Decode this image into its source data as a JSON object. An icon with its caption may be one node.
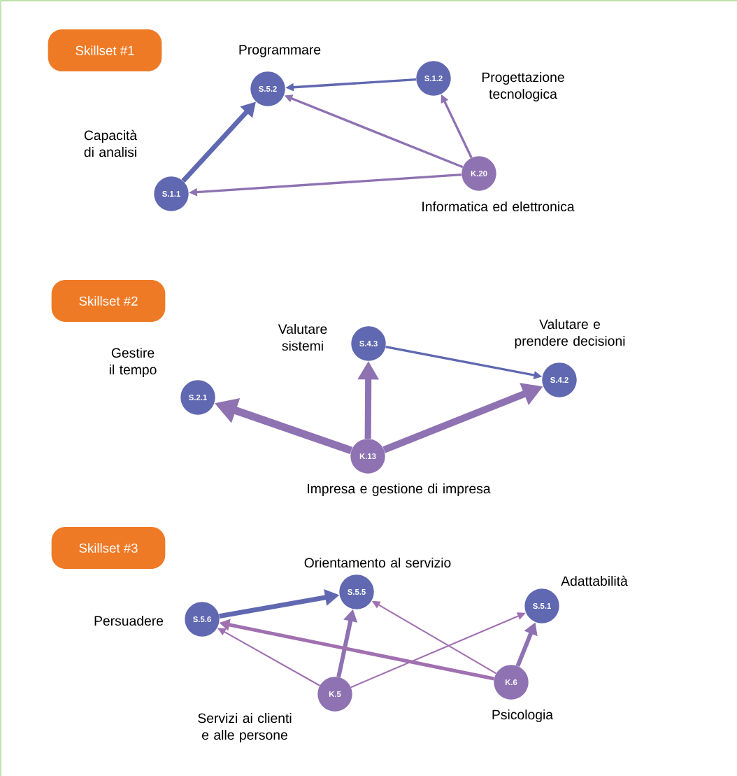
{
  "diagram": {
    "nodes": [
      {
        "text": [
          "Skillset #1"
        ]
      },
      {
        "text": [
          "S.5.2"
        ],
        "beside": [
          "Programmare"
        ]
      },
      {
        "text": [
          "S.1.2"
        ],
        "beside": [
          "Progettazione tecnologica"
        ]
      },
      {
        "text": [
          "S.1.1"
        ],
        "beside": [
          "Capacità di analisi"
        ]
      },
      {
        "text": [
          "K.20"
        ],
        "beside": [
          "Informatica ed elettronica"
        ]
      },
      {
        "text": [
          "Skillset #2"
        ]
      },
      {
        "text": [
          "S.4.3"
        ],
        "beside": [
          "Valutare sistemi"
        ]
      },
      {
        "text": [
          "S.2.1"
        ],
        "beside": [
          "Gestire il tempo"
        ]
      },
      {
        "text": [
          "S.4.2"
        ],
        "beside": [
          "Valutare e prendere decisioni"
        ]
      },
      {
        "text": [
          "K.13"
        ],
        "beside": [
          "Impresa e gestione di impresa"
        ]
      },
      {
        "text": [
          "Skillset #3"
        ]
      },
      {
        "text": [
          "S.5.5"
        ],
        "beside": [
          "Orientamento al servizio"
        ]
      },
      {
        "text": [
          "S.5.6"
        ],
        "beside": [
          "Persuadere"
        ]
      },
      {
        "text": [
          "S.5.1"
        ],
        "beside": [
          "Adattabilità"
        ]
      },
      {
        "text": [
          "K.5"
        ],
        "beside": [
          "Servizi ai clienti e alle persone"
        ]
      },
      {
        "text": [
          "K.6"
        ],
        "beside": [
          "Psicologia"
        ]
      }
    ],
    "edges": [
      {
        "from": 2,
        "to": 1,
        "arrow": "to",
        "color": "#5f68b0"
      },
      {
        "from": 4,
        "to": 1,
        "arrow": "to"
      },
      {
        "from": 4,
        "to": 2,
        "arrow": "to"
      },
      {
        "from": 4,
        "to": 3,
        "arrow": "to"
      },
      {
        "from": 3,
        "to": 1,
        "arrow": "to",
        "style": "thick",
        "color": "#5f68b0"
      },
      {
        "from": 9,
        "to": 7,
        "arrow": "to",
        "style": "thick"
      },
      {
        "from": 9,
        "to": 6,
        "arrow": "to",
        "style": "thick"
      },
      {
        "from": 9,
        "to": 8,
        "arrow": "to",
        "style": "thick"
      },
      {
        "from": 6,
        "to": 8,
        "arrow": "to",
        "color": "#5f68b0"
      },
      {
        "from": 12,
        "to": 11,
        "arrow": "to",
        "style": "thick",
        "color": "#5f68b0"
      },
      {
        "from": 14,
        "to": 11,
        "arrow": "to",
        "style": "thick"
      },
      {
        "from": 15,
        "to": 11,
        "arrow": "to",
        "color": "#a070b0"
      },
      {
        "from": 14,
        "to": 12,
        "arrow": "to",
        "color": "#a070b0"
      },
      {
        "from": 15,
        "to": 12,
        "arrow": "to",
        "color": "#a070b0"
      },
      {
        "from": 14,
        "to": 13,
        "arrow": "to",
        "color": "#a070b0"
      },
      {
        "from": 15,
        "to": 13,
        "arrow": "to",
        "style": "thick"
      }
    ]
  }
}
